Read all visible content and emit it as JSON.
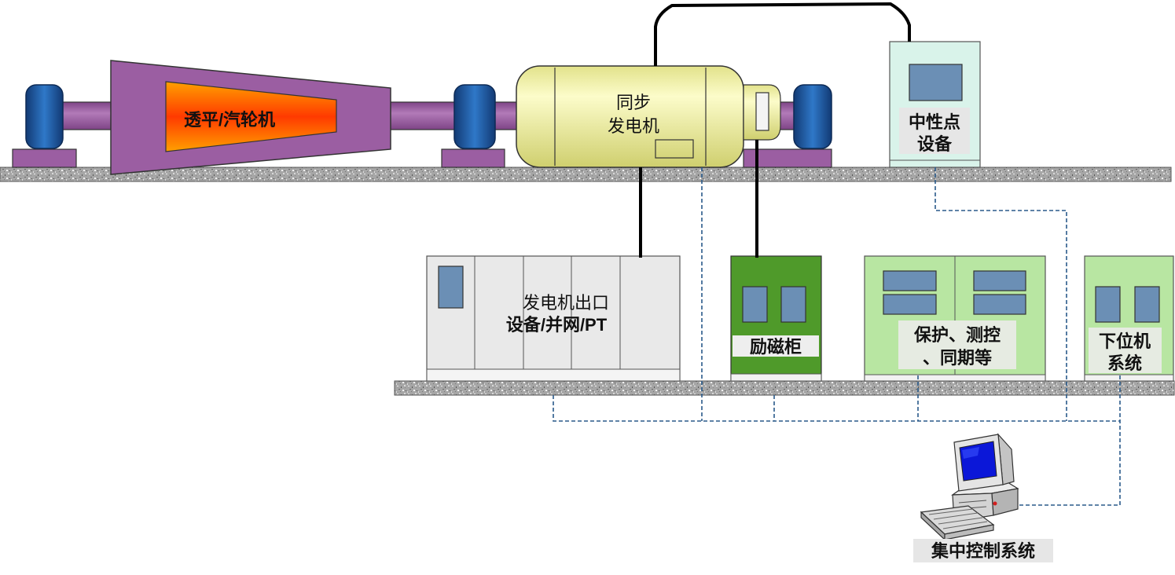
{
  "labels": {
    "turbine": "透平/汽轮机",
    "generator": [
      "同步",
      "发电机"
    ],
    "neutral_equipment": [
      "中性点",
      "设备"
    ],
    "generator_outlet": [
      "发电机出口",
      "设备/并网/PT"
    ],
    "excitation_cabinet": "励磁柜",
    "protection": [
      "保护、测控",
      "、同期等"
    ],
    "lower_computer": [
      "下位机",
      "系统"
    ],
    "central_control": "集中控制系统"
  },
  "colors": {
    "turbine_body": "#9b5ea2",
    "coupling": "#1b4f97",
    "generator": "#f3f3a6",
    "neutral_cabinet": "#d9f3ea",
    "outlet_cabinet": "#e9e9e9",
    "excitation_cabinet": "#4f9a2a",
    "protection_cabinet": "#b8e6a2",
    "screen": "#6b8fb5",
    "signal_line": "#2a5a8a"
  }
}
